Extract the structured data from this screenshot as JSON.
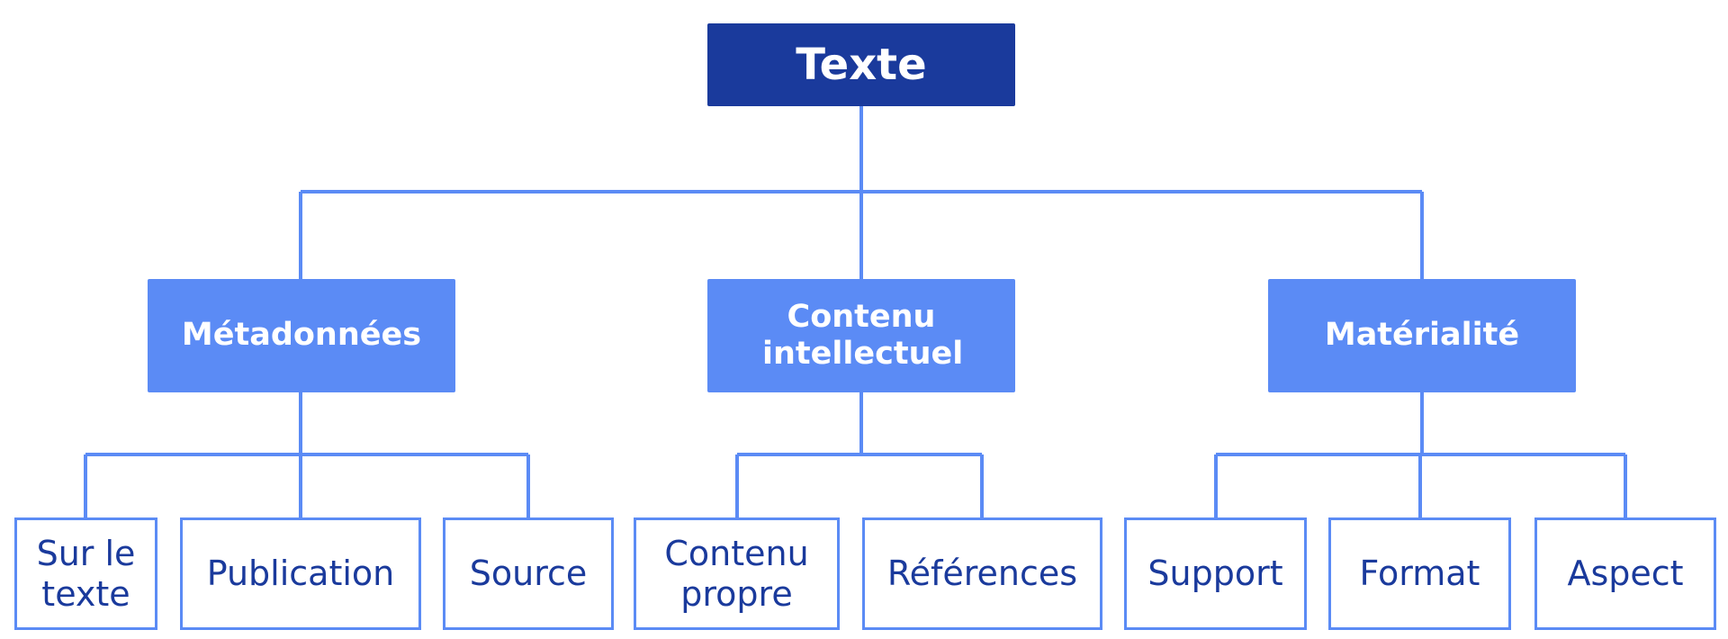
{
  "colors": {
    "root_fill": "#1a3a9c",
    "category_fill": "#5b8bf5",
    "connector": "#5b8bf5",
    "leaf_border": "#5b8bf5",
    "leaf_text": "#1a3a9c",
    "light_text": "#ffffff"
  },
  "diagram": {
    "root": {
      "label": "Texte"
    },
    "categories": [
      {
        "label": "Métadonnées",
        "children": [
          {
            "label": "Sur le texte"
          },
          {
            "label": "Publication"
          },
          {
            "label": "Source"
          }
        ]
      },
      {
        "label": "Contenu intellectuel",
        "children": [
          {
            "label": "Contenu propre"
          },
          {
            "label": "Références"
          }
        ]
      },
      {
        "label": "Matérialité",
        "children": [
          {
            "label": "Support"
          },
          {
            "label": "Format"
          },
          {
            "label": "Aspect"
          }
        ]
      }
    ]
  }
}
